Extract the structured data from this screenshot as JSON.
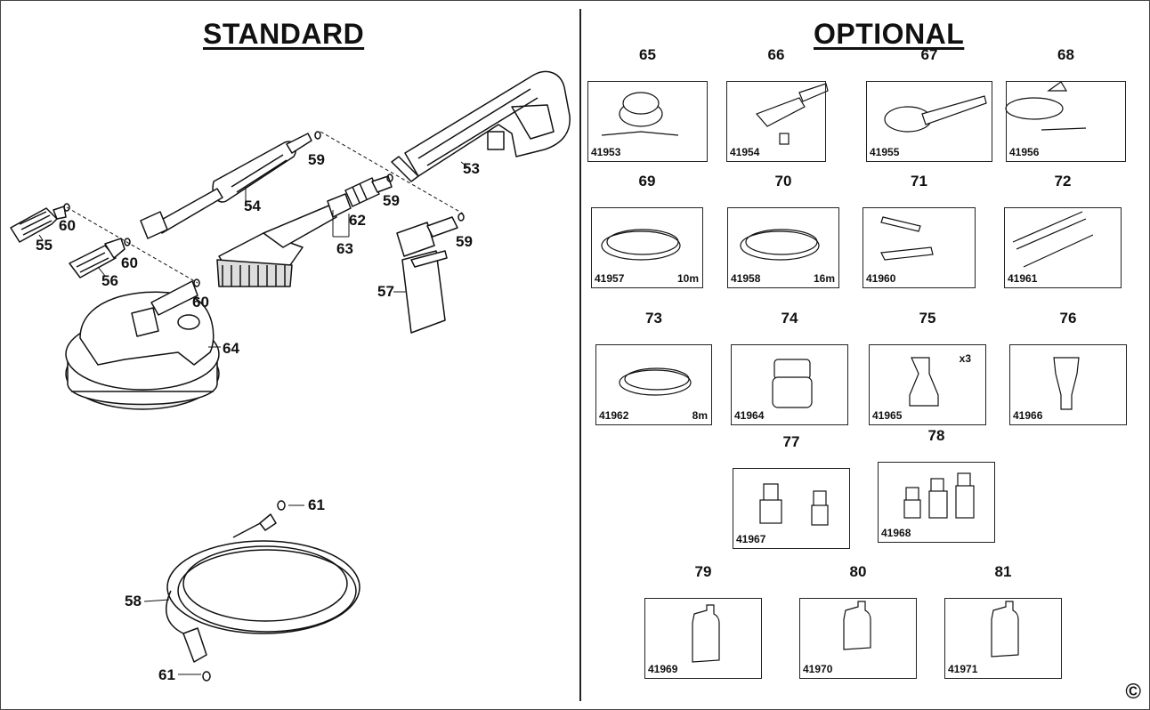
{
  "headings": {
    "standard": "STANDARD",
    "optional": "OPTIONAL"
  },
  "standard_labels": {
    "p53": "53",
    "p54": "54",
    "p55": "55",
    "p56": "56",
    "p57": "57",
    "p58": "58",
    "p59a": "59",
    "p59b": "59",
    "p59c": "59",
    "p60a": "60",
    "p60b": "60",
    "p60c": "60",
    "p61a": "61",
    "p61b": "61",
    "p62": "62",
    "p63": "63",
    "p64": "64"
  },
  "optional_items": [
    {
      "num": "65",
      "code": "41953",
      "len": ""
    },
    {
      "num": "66",
      "code": "41954",
      "len": ""
    },
    {
      "num": "67",
      "code": "41955",
      "len": ""
    },
    {
      "num": "68",
      "code": "41956",
      "len": ""
    },
    {
      "num": "69",
      "code": "41957",
      "len": "10m"
    },
    {
      "num": "70",
      "code": "41958",
      "len": "16m"
    },
    {
      "num": "71",
      "code": "41960",
      "len": ""
    },
    {
      "num": "72",
      "code": "41961",
      "len": ""
    },
    {
      "num": "73",
      "code": "41962",
      "len": "8m"
    },
    {
      "num": "74",
      "code": "41964",
      "len": ""
    },
    {
      "num": "75",
      "code": "41965",
      "len": "",
      "extra": "x3"
    },
    {
      "num": "76",
      "code": "41966",
      "len": ""
    },
    {
      "num": "77",
      "code": "41967",
      "len": ""
    },
    {
      "num": "78",
      "code": "41968",
      "len": ""
    },
    {
      "num": "79",
      "code": "41969",
      "len": ""
    },
    {
      "num": "80",
      "code": "41970",
      "len": ""
    },
    {
      "num": "81",
      "code": "41971",
      "len": ""
    }
  ],
  "copyright": "©"
}
